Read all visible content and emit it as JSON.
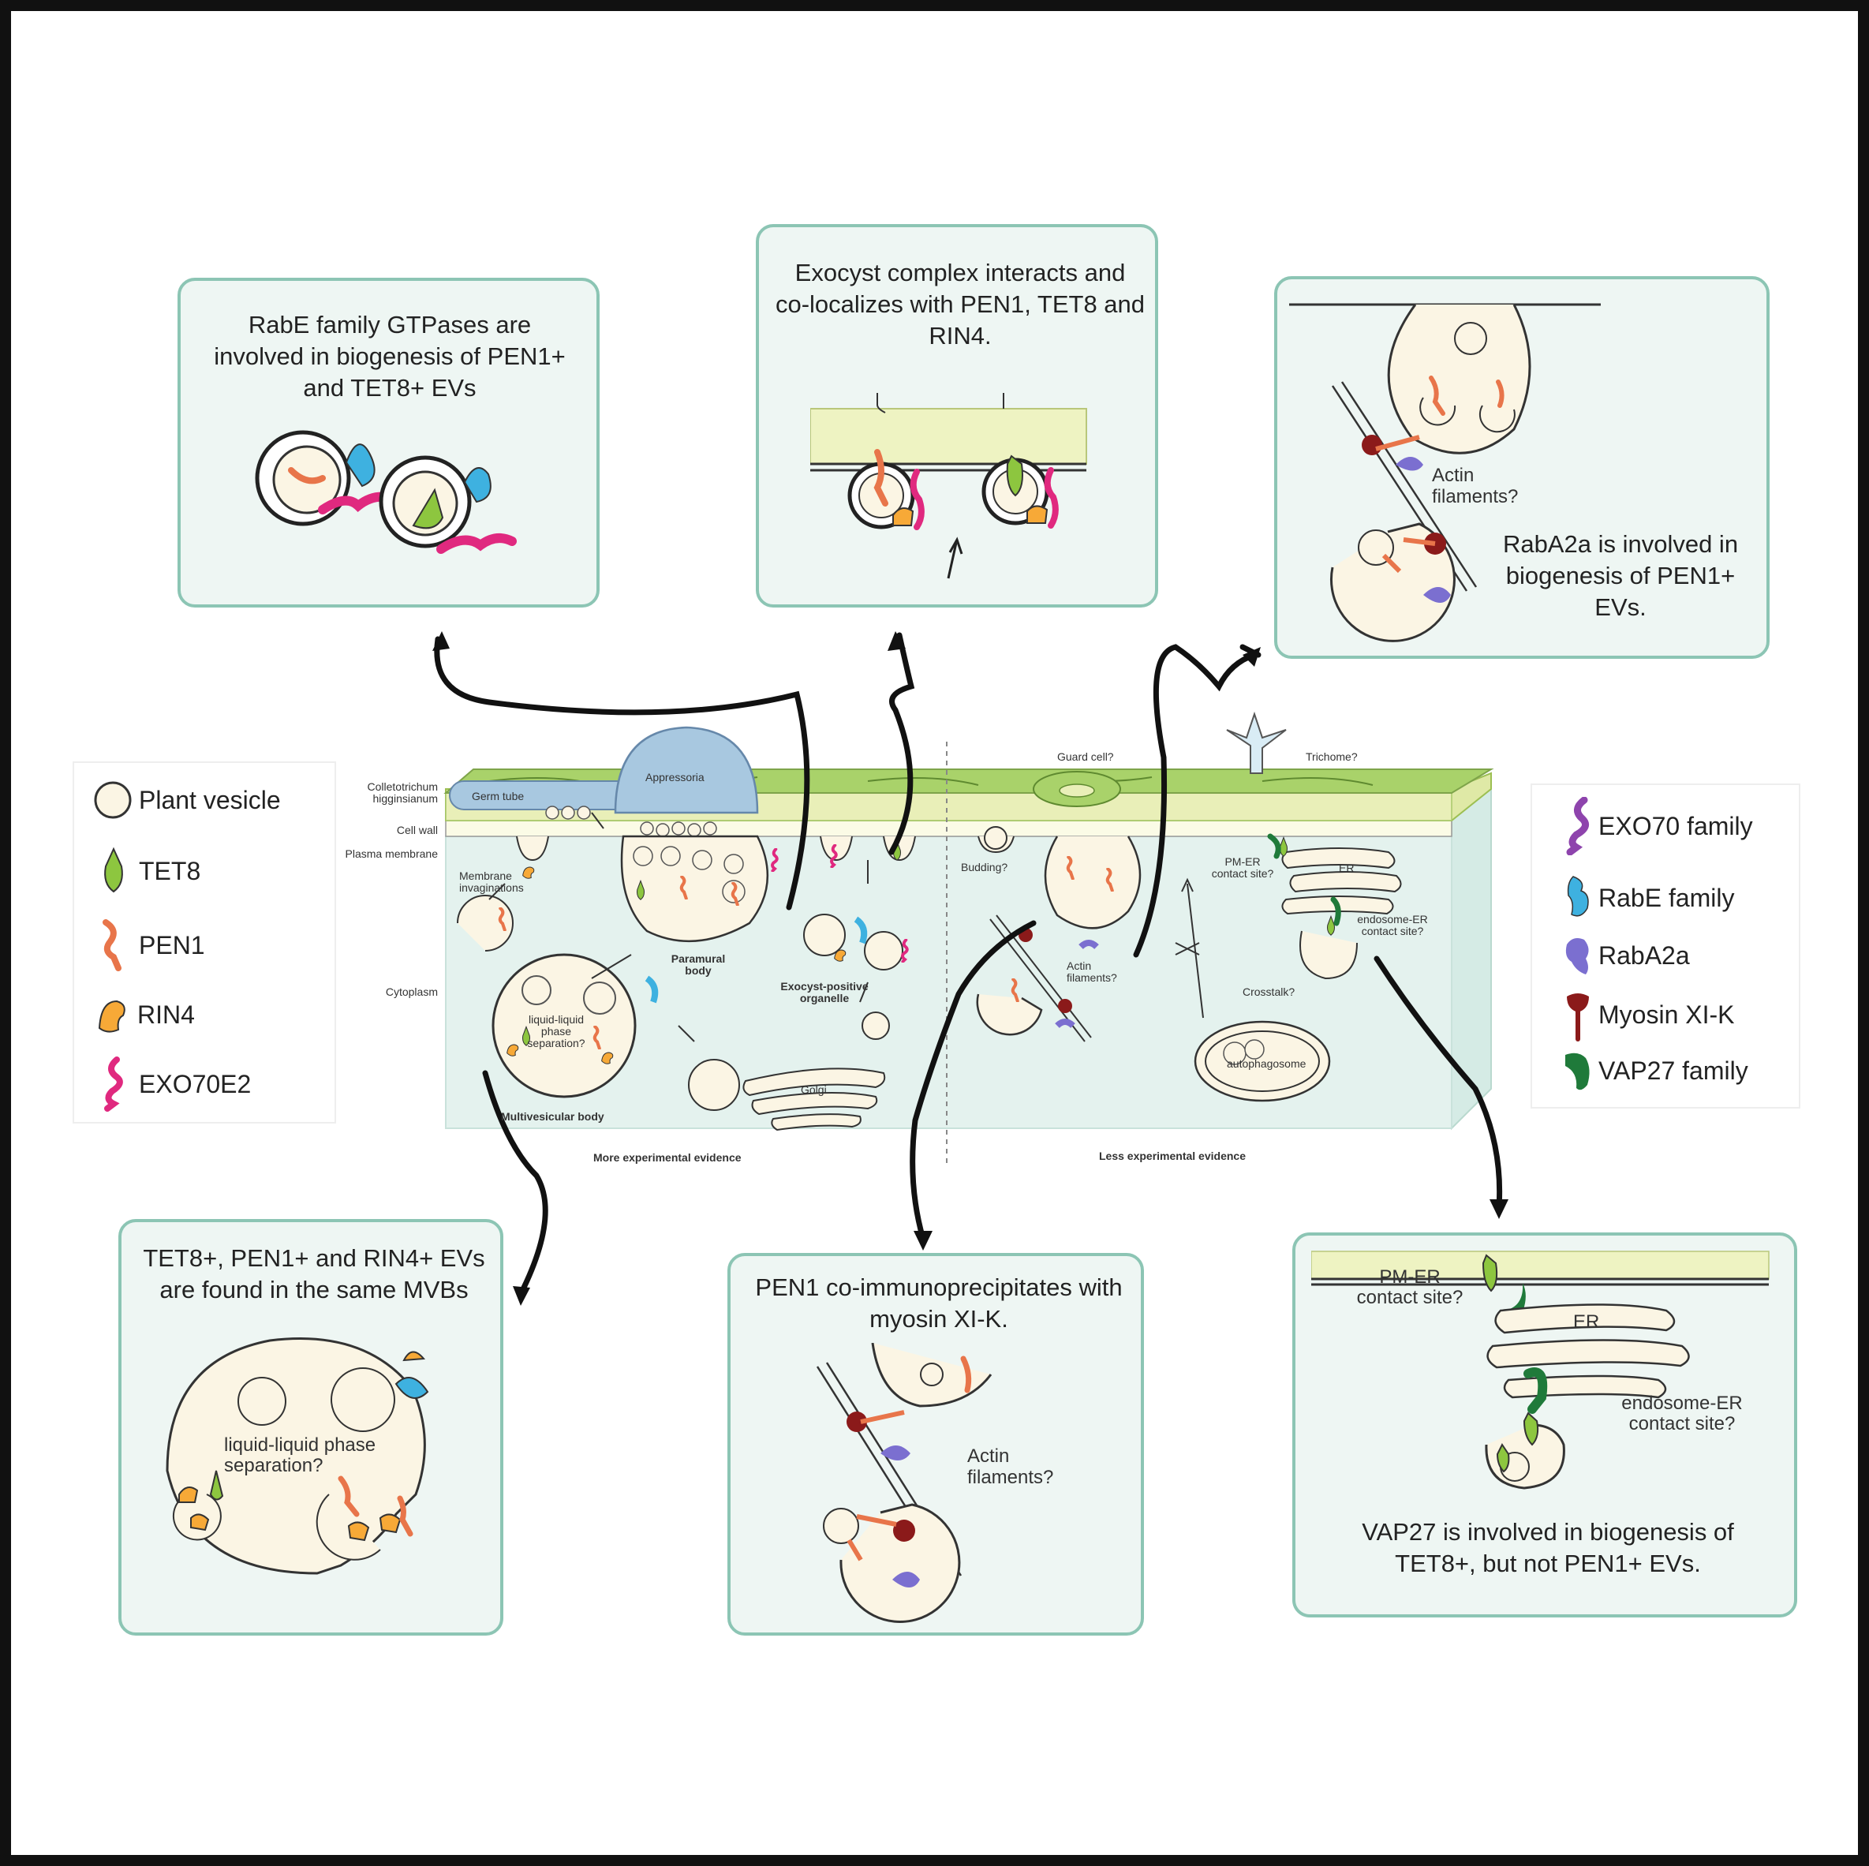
{
  "panels": {
    "rabe": {
      "text": "RabE family GTPases are involved in biogenesis of PEN1+ and TET8+ EVs"
    },
    "exocyst": {
      "text": "Exocyst complex interacts and co-localizes with PEN1, TET8 and RIN4."
    },
    "raba2a": {
      "text": "RabA2a is involved in biogenesis of PEN1+ EVs.",
      "actin": "Actin filaments?"
    },
    "mvb": {
      "text": "TET8+, PEN1+ and RIN4+ EVs are found in the same MVBs",
      "lps": "liquid-liquid phase separation?"
    },
    "myosin": {
      "text": "PEN1 co-immunoprecipitates with myosin XI-K.",
      "actin": "Actin filaments?"
    },
    "vap27": {
      "text": "VAP27 is involved in biogenesis of TET8+, but not PEN1+ EVs.",
      "pm_er": "PM-ER contact site?",
      "er": "ER",
      "endo_er": "endosome-ER contact site?"
    }
  },
  "legend_left": [
    {
      "label": "Plant vesicle",
      "icon": "plant-vesicle-icon",
      "color": "#fbf5e4"
    },
    {
      "label": "TET8",
      "icon": "tet8-icon",
      "color": "#8dc63f"
    },
    {
      "label": "PEN1",
      "icon": "pen1-icon",
      "color": "#e8754a"
    },
    {
      "label": "RIN4",
      "icon": "rin4-icon",
      "color": "#f7a937"
    },
    {
      "label": "EXO70E2",
      "icon": "exo70e2-icon",
      "color": "#e0297f"
    }
  ],
  "legend_right": [
    {
      "label": "EXO70 family",
      "icon": "exo70-family-icon",
      "color": "#8e44ad"
    },
    {
      "label": "RabE family",
      "icon": "rabe-family-icon",
      "color": "#3eb1e0"
    },
    {
      "label": "RabA2a",
      "icon": "raba2a-icon",
      "color": "#7b6fd0"
    },
    {
      "label": "Myosin XI-K",
      "icon": "myosin-icon",
      "color": "#8b1a1a"
    },
    {
      "label": "VAP27 family",
      "icon": "vap27-icon",
      "color": "#1f7a3a"
    }
  ],
  "center": {
    "side_labels": [
      "Colletotrichum higginsianum",
      "Cell wall",
      "Plasma membrane",
      "Cytoplasm"
    ],
    "germ_tube": "Germ tube",
    "appressoria": "Appressoria",
    "membrane_invaginations": "Membrane invaginations",
    "paramural_body": "Paramural body",
    "exocyst_organelle": "Exocyst-positive organelle",
    "mvb": "Multivesicular body",
    "lps": "liquid-liquid phase separation?",
    "golgi": "Golgi",
    "guard_cell": "Guard cell?",
    "trichome": "Trichome?",
    "budding": "Budding?",
    "pm_er": "PM-ER contact site?",
    "er": "ER",
    "endo_er": "endosome-ER contact site?",
    "actin": "Actin filaments?",
    "crosstalk": "Crosstalk?",
    "autophagosome": "autophagosome",
    "more_evidence": "More experimental evidence",
    "less_evidence": "Less experimental evidence"
  },
  "colors": {
    "panel_bg": "#eef6f3",
    "panel_border": "#8cc5b4",
    "vesicle": "#fbf5e4",
    "cell_wall": "#a9d26a",
    "cytoplasm": "#e4f2ee"
  }
}
